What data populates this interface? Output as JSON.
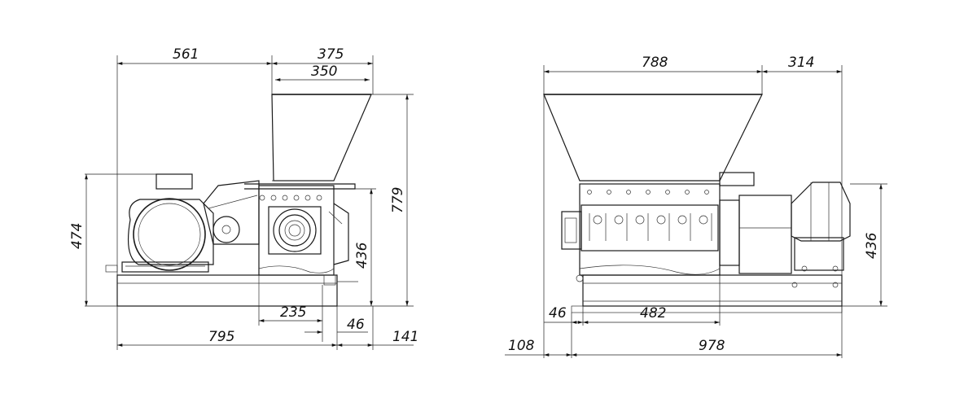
{
  "left_view": {
    "dim_561": "561",
    "dim_375": "375",
    "dim_350": "350",
    "dim_779": "779",
    "dim_474": "474",
    "dim_436": "436",
    "dim_235": "235",
    "dim_46": "46",
    "dim_795": "795",
    "dim_141": "141"
  },
  "right_view": {
    "dim_788": "788",
    "dim_314": "314",
    "dim_436": "436",
    "dim_46": "46",
    "dim_482": "482",
    "dim_108": "108",
    "dim_978": "978"
  }
}
